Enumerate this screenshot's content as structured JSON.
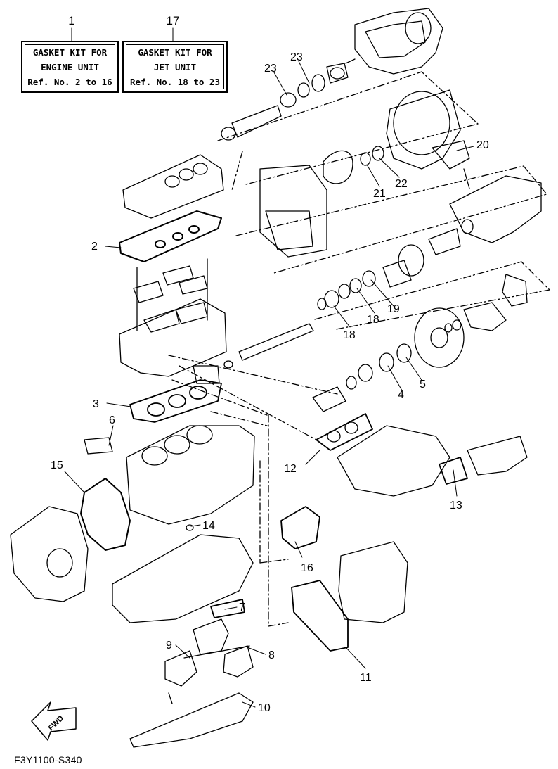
{
  "kits": [
    {
      "ref": "1",
      "lines": [
        "GASKET KIT FOR",
        "ENGINE UNIT",
        "Ref. No. 2 to 16"
      ]
    },
    {
      "ref": "17",
      "lines": [
        "GASKET KIT FOR",
        "JET UNIT",
        "Ref. No. 18 to 23"
      ]
    }
  ],
  "callouts": [
    "2",
    "3",
    "4",
    "5",
    "6",
    "7",
    "8",
    "9",
    "10",
    "11",
    "12",
    "13",
    "14",
    "15",
    "16",
    "18",
    "18",
    "19",
    "20",
    "21",
    "22",
    "23",
    "23"
  ],
  "fwd_label": "FWD",
  "footer_code": "F3Y1100-S340"
}
